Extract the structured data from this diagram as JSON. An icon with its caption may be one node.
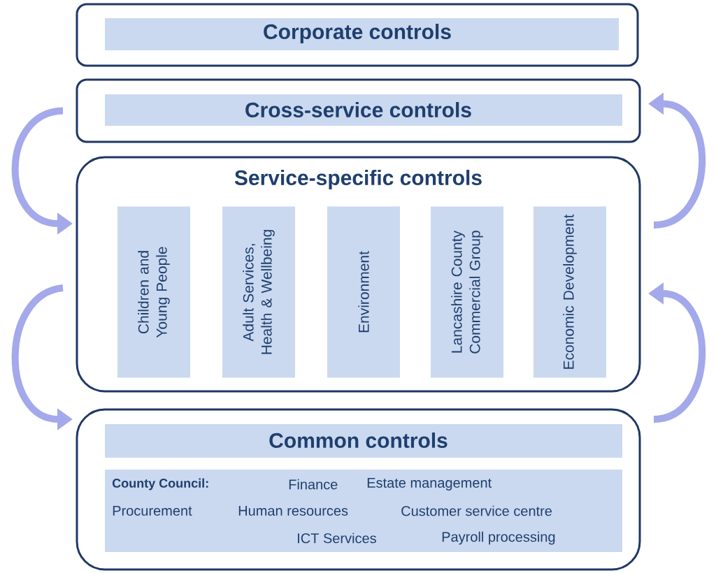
{
  "diagram": {
    "nodes": [
      {
        "text": [
          "Corporate controls"
        ]
      },
      {
        "text": [
          "Cross-service controls"
        ]
      },
      {
        "text": [
          "Service-specific controls"
        ]
      },
      {
        "text": [
          "Children and Young People"
        ],
        "in": 2
      },
      {
        "text": [
          "Adult Services, Health & Wellbeing"
        ],
        "in": 2
      },
      {
        "text": [
          "Environment"
        ],
        "in": 2
      },
      {
        "text": [
          "Lancashire County Commercial Group"
        ],
        "in": 2
      },
      {
        "text": [
          "Economic Development"
        ],
        "in": 2
      },
      {
        "text": [
          "Common controls"
        ]
      }
    ],
    "edges": [
      {
        "from": 1,
        "to": 2,
        "arrow": "to"
      },
      {
        "from": 2,
        "to": 8,
        "arrow": "to"
      },
      {
        "from": 8,
        "to": 2,
        "arrow": "to"
      },
      {
        "from": 2,
        "to": 1,
        "arrow": "to"
      }
    ],
    "labels": [
      "County Council:",
      "Finance",
      "Estate management",
      "Procurement",
      "Human resources",
      "Customer service centre",
      "ICT Services",
      "Payroll processing"
    ]
  }
}
